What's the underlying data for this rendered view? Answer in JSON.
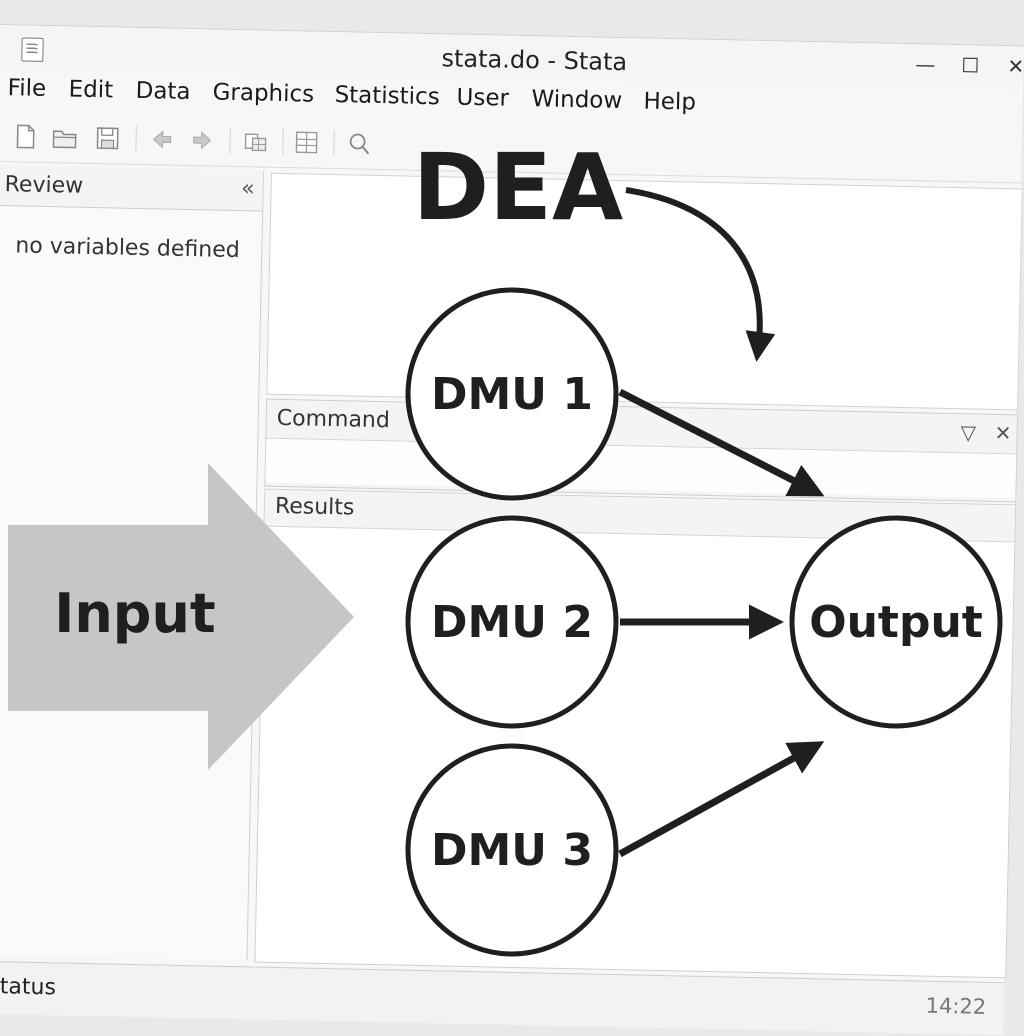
{
  "window": {
    "title": "stata.do - Stata",
    "controls": {
      "minimize": "—",
      "maximize": "☐",
      "close": "✕"
    }
  },
  "menubar": {
    "items": [
      "File",
      "Edit",
      "Data",
      "Graphics",
      "Statistics",
      "User",
      "Window",
      "Help"
    ]
  },
  "toolbar": {
    "icons": [
      "new-file-icon",
      "open-folder-icon",
      "save-icon",
      "back-arrow-icon",
      "forward-arrow-icon",
      "data-editor-icon",
      "table-grid-icon",
      "search-icon"
    ]
  },
  "review": {
    "title": "Review",
    "collapse_glyph": "«",
    "empty_text": "no variables defined"
  },
  "command": {
    "label": "Command",
    "dropdown_glyph": "▽",
    "close_glyph": "✕"
  },
  "results": {
    "label": "Results"
  },
  "status": {
    "label": "Status",
    "time": "14:22"
  },
  "diagram": {
    "title": "DEA",
    "input_label": "Input",
    "dmus": [
      "DMU 1",
      "DMU 2",
      "DMU 3"
    ],
    "output_label": "Output",
    "colors": {
      "input_arrow": "#c6c6c6",
      "stroke": "#1f1f1f"
    }
  }
}
